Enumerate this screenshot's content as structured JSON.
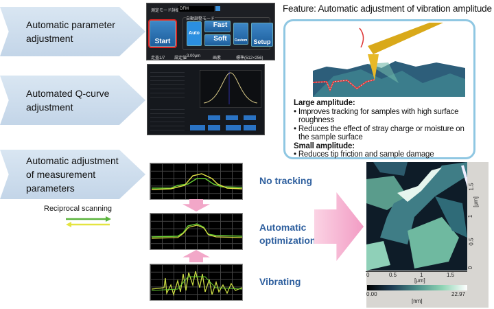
{
  "steps": [
    {
      "label": "Automatic parameter adjustment"
    },
    {
      "label": "Automated Q-curve adjustment"
    },
    {
      "label": "Automatic adjustment of measurement parameters"
    }
  ],
  "control_panel": {
    "mode_label": "測定モード詳細",
    "mode_value": "DFM",
    "auto_mode_label": "自動調整モード",
    "buttons": {
      "start": "Start",
      "auto": "Auto",
      "fast": "Fast",
      "soft": "Soft",
      "custom": "Custom",
      "setup": "Setup"
    },
    "scan_label": "走査1/7",
    "setting_label": "設定値",
    "setting_value": "3.00μm",
    "pixels_label": "画素",
    "pixels_value": "標準(512×256)"
  },
  "reciprocal": {
    "label": "Reciprocal scanning"
  },
  "graphs": [
    {
      "label": "No tracking"
    },
    {
      "label": "Automatic optimization"
    },
    {
      "label": "Vibrating"
    }
  ],
  "feature": {
    "title": "Feature: Automatic adjustment of vibration amplitude",
    "large_heading": "Large amplitude:",
    "large_items": [
      "Improves tracking for samples with high surface roughness",
      "Reduces the effect of stray charge or moisture on the sample surface"
    ],
    "small_heading": "Small amplitude:",
    "small_items": [
      "Reduces tip friction and sample damage"
    ]
  },
  "afm_image": {
    "x_ticks": [
      "0",
      "0.5",
      "1",
      "1.5"
    ],
    "x_unit": "[μm]",
    "y_ticks": [
      "0",
      "0.5",
      "1",
      "1.5"
    ],
    "y_unit": "[μm]",
    "colorbar": {
      "min": "0.00",
      "max": "22.97",
      "unit": "[nm]"
    }
  },
  "colors": {
    "step_arrow": "#c9d9ea",
    "label_blue": "#2e5f9e",
    "pink_arrow": "#f0a6c8",
    "feature_border": "#8fc7e2"
  }
}
